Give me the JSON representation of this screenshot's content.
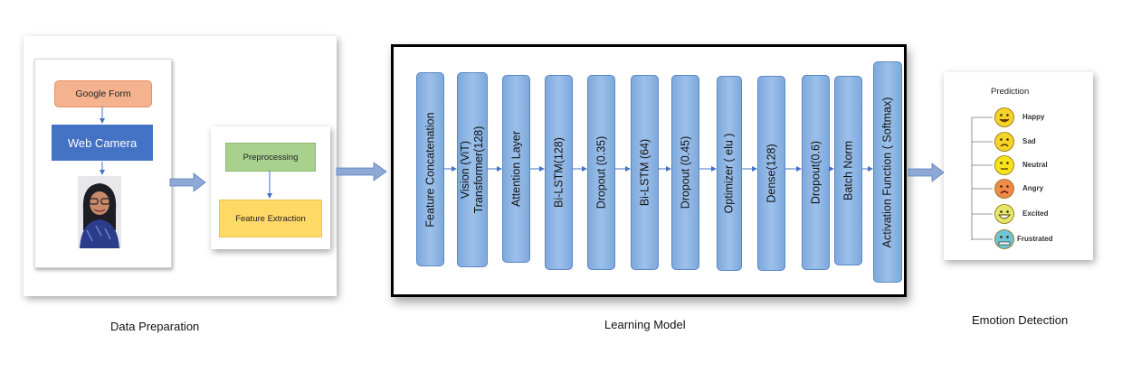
{
  "data_preparation": {
    "google_form": "Google Form",
    "web_camera": "Web Camera",
    "preprocessing": "Preprocessing",
    "feature_extraction": "Feature Extraction",
    "caption": "Data Preparation"
  },
  "learning_model": {
    "layers": [
      "Feature Concatenation",
      [
        "Vision (ViT)",
        "Transformer(128)"
      ],
      "Attention Layer",
      "Bi-LSTM(128)",
      "Dropout (0.35)",
      "Bi-LSTM (64)",
      "Dropout (0.45)",
      "Optimizer ( elu )",
      "Dense(128)",
      "Dropout(0.6)",
      "Batch Norm",
      "Activation Function ( Softmax)"
    ],
    "caption": "Learning Model"
  },
  "emotion_detection": {
    "title": "Prediction",
    "emotions": [
      {
        "label": "Happy",
        "color": "#f5d329"
      },
      {
        "label": "Sad",
        "color": "#f5d329"
      },
      {
        "label": "Neutral",
        "color": "#f7e31c"
      },
      {
        "label": "Angry",
        "color": "#f08a4b"
      },
      {
        "label": "Excited",
        "color": "#e3e86a"
      },
      {
        "label": "Frustrated",
        "color": "#6fc4d8"
      }
    ],
    "caption": "Emotion Detection"
  },
  "colors": {
    "arrow": "#8fa9d6",
    "layer_fill": "#8fb4e3",
    "webcam": "#4472c4",
    "google_form": "#f4b28e",
    "preprocessing": "#a9d18e",
    "feature_extraction": "#ffd966"
  }
}
